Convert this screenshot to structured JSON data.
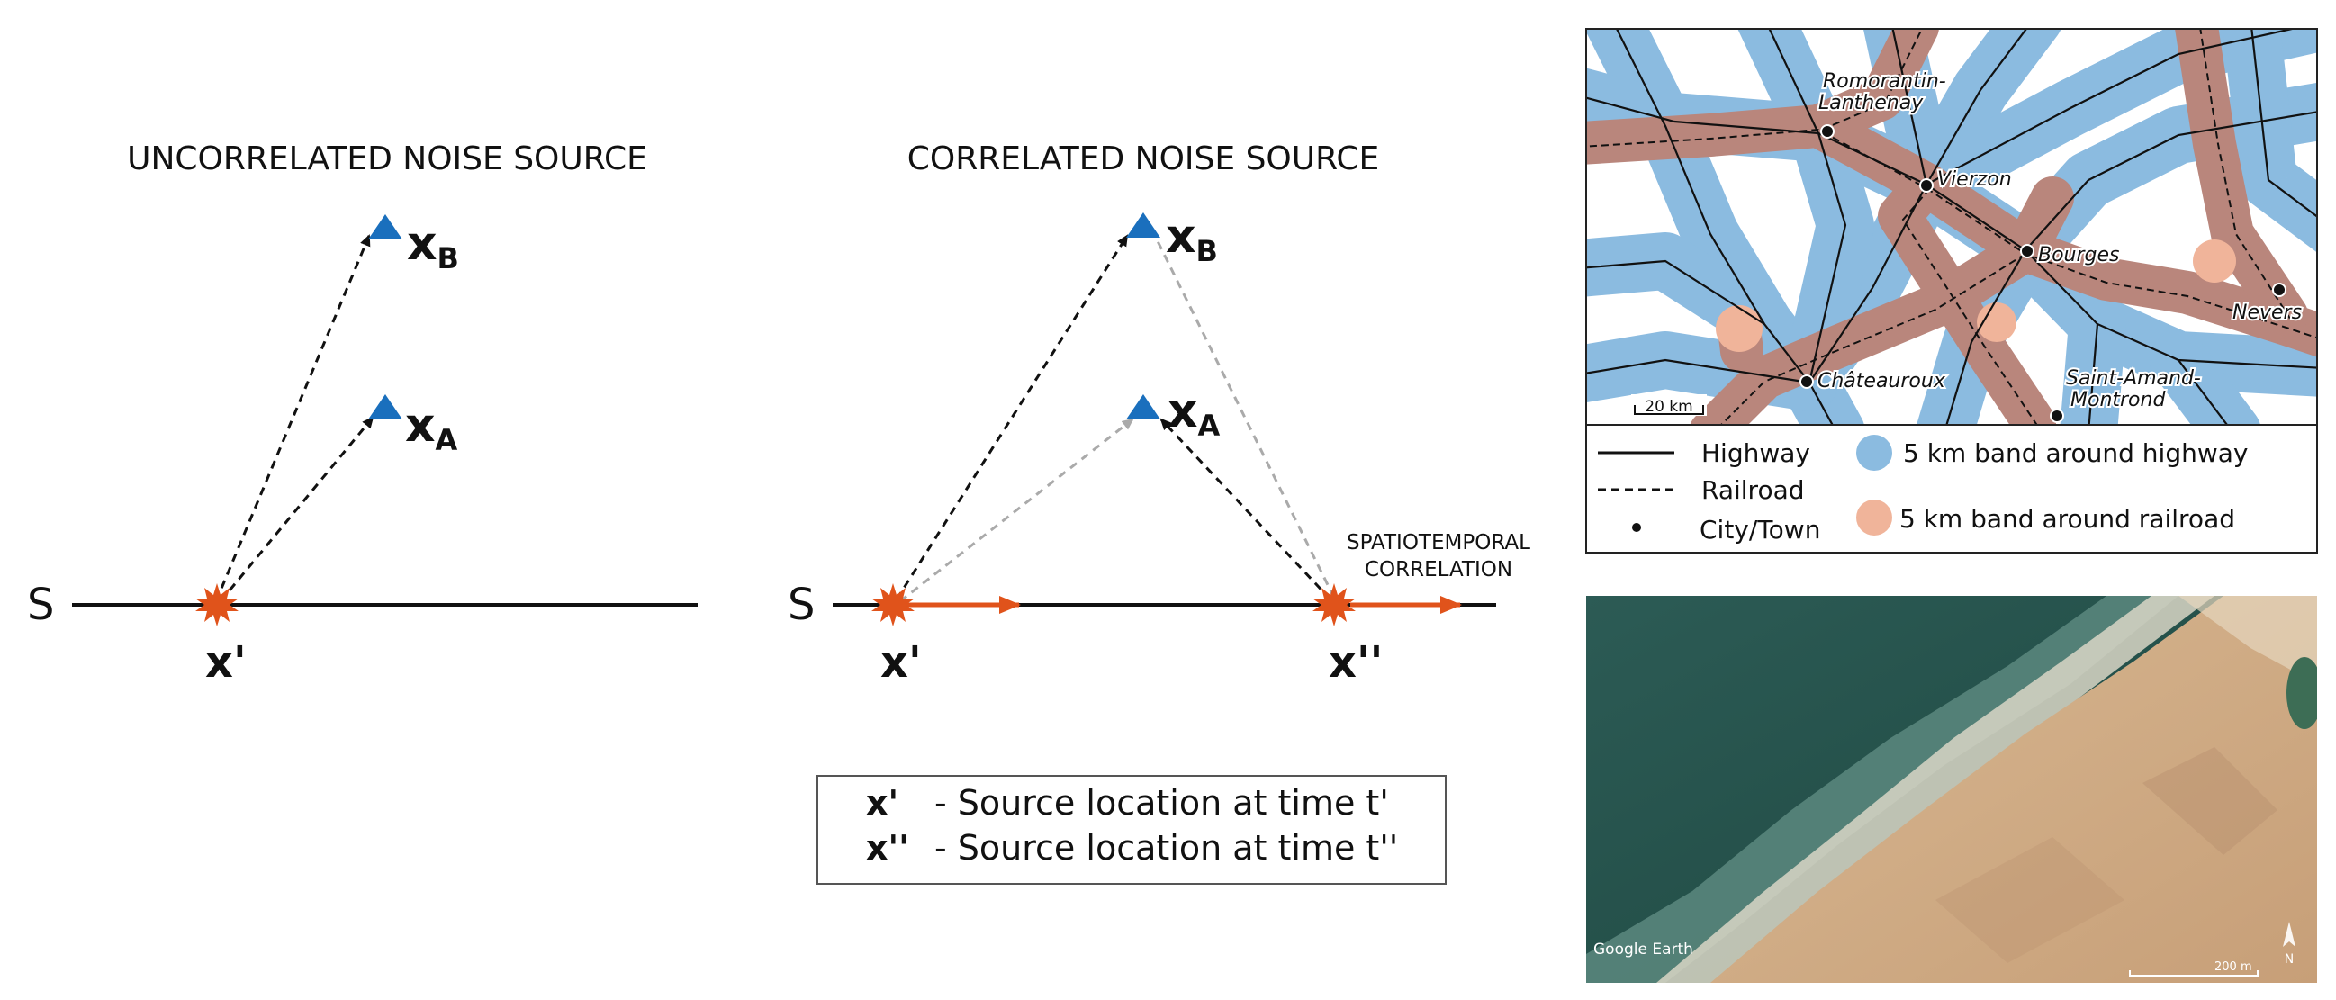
{
  "colors": {
    "receiver": "#1a6fbd",
    "source": "#e0531b",
    "dashed_dark": "#111111",
    "dashed_light": "#aaaaaa",
    "highway_band": "#8bbbe0",
    "railroad_band": "#b9867c",
    "railroad_band_legend": "#f0b49a"
  },
  "left_panel": {
    "title": "UNCORRELATED NOISE SOURCE",
    "line_label": "S",
    "source_label": "x'",
    "receiver_b": {
      "main": "x",
      "sub": "B"
    },
    "receiver_a": {
      "main": "x",
      "sub": "A"
    }
  },
  "middle_panel": {
    "title": "CORRELATED NOISE SOURCE",
    "line_label": "S",
    "source1_label": "x'",
    "source2_label": "x''",
    "receiver_b": {
      "main": "x",
      "sub": "B"
    },
    "receiver_a": {
      "main": "x",
      "sub": "A"
    },
    "annotation_line1": "SPATIOTEMPORAL",
    "annotation_line2": "CORRELATION",
    "legend": [
      {
        "symbol": "x'",
        "text": "- Source location at time t'"
      },
      {
        "symbol": "x''",
        "text": "- Source location at time t''"
      }
    ]
  },
  "map_panel": {
    "cities": [
      {
        "name_line1": "Romorantin-",
        "name_line2": "Lanthenay"
      },
      {
        "name_line1": "Vierzon"
      },
      {
        "name_line1": "Bourges"
      },
      {
        "name_line1": "Nevers"
      },
      {
        "name_line1": "Châteauroux"
      },
      {
        "name_line1": "Saint-Amand-",
        "name_line2": "Montrond"
      }
    ],
    "scale_label": "20 km",
    "legend": {
      "highway": "Highway",
      "railroad": "Railroad",
      "city": "City/Town",
      "highway_band": "5 km band around highway",
      "railroad_band": "5 km band  around railroad"
    }
  },
  "satellite_panel": {
    "watermark": "Google Earth",
    "scale_label": "200 m",
    "north_label": "N"
  }
}
